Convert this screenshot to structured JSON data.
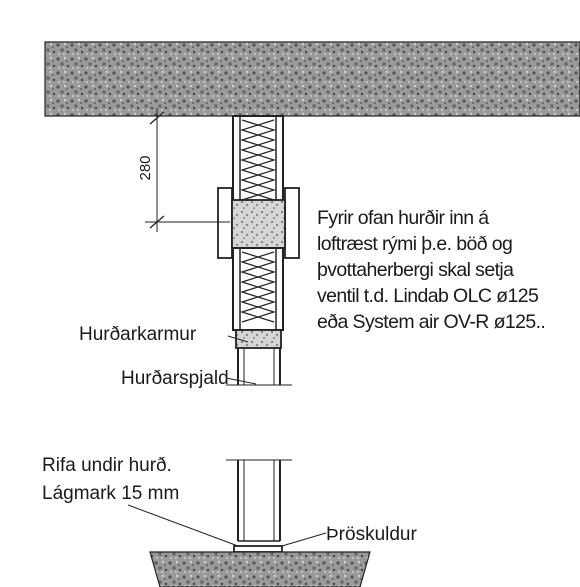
{
  "dimension": {
    "value": "280"
  },
  "labels": {
    "door_frame": "Hurðarkarmur",
    "door_panel": "Hurðarspjald",
    "gap_line1": "Rifa undir hurð.",
    "gap_line2": "Lágmark 15 mm",
    "threshold": "Þröskuldur"
  },
  "note": {
    "lines": [
      "Fyrir ofan hurðir inn á",
      "loftræst rými þ.e. böð og",
      "þvottaherbergi skal setja",
      "ventil t.d. Lindab OLC ø125",
      "eða System air OV-R ø125.."
    ]
  }
}
